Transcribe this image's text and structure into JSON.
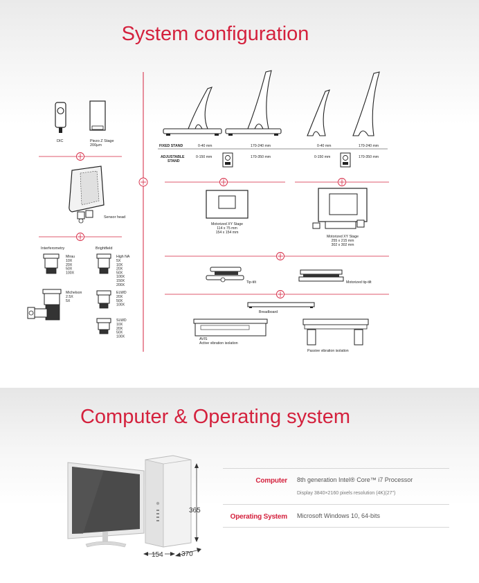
{
  "system": {
    "title": "System configuration",
    "left": {
      "dic_label": "DIC",
      "piezo_label": "Piezo Z Stage",
      "piezo_range": "200µm",
      "sensor_label": "Sensor head",
      "interferometry_label": "Interferometry",
      "brightfield_label": "Brightfield",
      "mirau_title": "Mirau",
      "mirau_values": [
        "10X",
        "20X",
        "50X",
        "100X"
      ],
      "michelson_title": "Michelson",
      "michelson_values": [
        "2.5X",
        "5X"
      ],
      "highna_title": "High NA",
      "highna_values": [
        "5X",
        "10X",
        "20X",
        "50X",
        "100X",
        "150X",
        "200X"
      ],
      "elwd_title": "ELWD",
      "elwd_values": [
        "20X",
        "50X",
        "100X"
      ],
      "slwd_title": "SLWD",
      "slwd_values": [
        "10X",
        "20X",
        "50X",
        "100X"
      ]
    },
    "right": {
      "fixed_stand_label": "FIXED STAND",
      "adjustable_stand_label": [
        "ADJUSTABLE",
        "STAND"
      ],
      "fixed_ranges": [
        "0-40 mm",
        "170-240 mm",
        "0-40 mm",
        "170-240 mm"
      ],
      "adjustable_ranges": [
        "0-150 mm",
        "170-350 mm",
        "0-150 mm",
        "170-350 mm"
      ],
      "stage1_lines": [
        "Motorized XY Stage",
        "114 x 75 mm",
        "154 x 154 mm"
      ],
      "stage2_lines": [
        "Motorized XY Stage",
        "255 x 215 mm",
        "302 x 302 mm"
      ],
      "tiptilt_label": "Tip-tilt",
      "motor_tiptilt_label": "Motorized tip-tilt",
      "breadboard_label": "Breadboard",
      "avis_lines": [
        "AVIS",
        "Active vibration isolation"
      ],
      "passive_label": "Passive vibration isolation"
    }
  },
  "computer": {
    "title": "Computer & Operating system",
    "dim_height": "365",
    "dim_width": "154",
    "dim_depth": "370",
    "specs": [
      {
        "label": "Computer",
        "value": "8th generation Intel® Core™ i7 Processor",
        "sub": "Display 3840×2160 pixels resolution (4K)(27\")"
      },
      {
        "label": "Operating System",
        "value": "Microsoft Windows 10, 64-bits",
        "sub": ""
      }
    ]
  },
  "colors": {
    "accent": "#d4213d"
  }
}
